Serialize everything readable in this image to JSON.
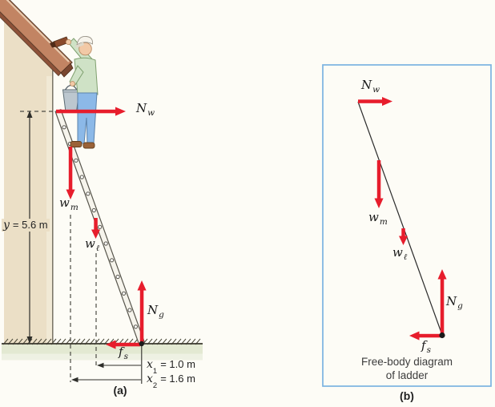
{
  "figure": {
    "panel_a": {
      "caption": "(a)",
      "dimension_y": {
        "var": "y",
        "value": "= 5.6 m"
      },
      "dimension_x1": {
        "var": "x",
        "sub": "1",
        "value": "= 1.0 m"
      },
      "dimension_x2": {
        "var": "x",
        "sub": "2",
        "value": "= 1.6 m"
      },
      "forces": {
        "normal_wall": {
          "main": "N",
          "sub": "w"
        },
        "weight_man": {
          "main": "w",
          "sub": "m"
        },
        "weight_ladder": {
          "main": "w",
          "sub": "ℓ"
        },
        "normal_ground": {
          "main": "N",
          "sub": "g"
        },
        "friction": {
          "main": "f",
          "sub": "s"
        }
      }
    },
    "panel_b": {
      "caption": "(b)",
      "title_line1": "Free-body diagram",
      "title_line2": "of ladder",
      "forces": {
        "normal_wall": {
          "main": "N",
          "sub": "w"
        },
        "weight_man": {
          "main": "w",
          "sub": "m"
        },
        "weight_ladder": {
          "main": "w",
          "sub": "ℓ"
        },
        "normal_ground": {
          "main": "N",
          "sub": "g"
        },
        "friction": {
          "main": "f",
          "sub": "s"
        }
      }
    },
    "colors": {
      "force_arrow_red": "#e71d2c",
      "fbd_box_border_blue": "#7ab3e1",
      "wall_beige": "#ebdfc6",
      "roof_brown": "#c28463",
      "ground_green": "#e3e9d2"
    }
  }
}
